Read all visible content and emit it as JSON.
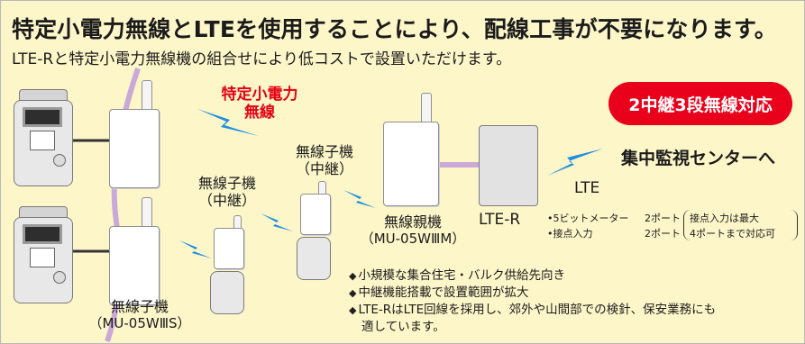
{
  "header": {
    "title": "特定小電力無線とLTEを使用することにより、配線工事が不要になります。",
    "subtitle": "LTE-Rと特定小電力無線機の組合せにより低コストで設置いただけます。"
  },
  "radio_label": {
    "line1": "特定小電力",
    "line2": "無線"
  },
  "badge": {
    "text": "2中継3段無線対応"
  },
  "devices": {
    "slave_relay_1": {
      "line1": "無線子機",
      "line2": "（中継）"
    },
    "slave_relay_2": {
      "line1": "無線子機",
      "line2": "（中継）"
    },
    "master": {
      "line1": "無線親機",
      "model": "（MU-05WⅢM）"
    },
    "slave": {
      "line1": "無線子機",
      "model": "（MU-05WⅢS）"
    },
    "lte_r": {
      "label": "LTE-R"
    }
  },
  "destination": {
    "label": "集中監視センターへ",
    "link": "LTE"
  },
  "spec": {
    "row1_item": "•5ビットメーター",
    "row1_ports": "2ポート",
    "row2_item": "•接点入力",
    "row2_ports": "2ポート",
    "note1": "接点入力は最大",
    "note2": "4ポートまで対応可"
  },
  "features": [
    "小規模な集合住宅・バルク供給先向き",
    "中継機能搭載で設置範囲が拡大",
    "LTE-RはLTE回線を採用し、郊外や山間部での検針、保安業務にも",
    "適しています。"
  ],
  "colors": {
    "background": "#fdf6c9",
    "accent_red": "#e9001b",
    "wireless_blue": "#1e8fe0",
    "cable_purple": "#c8a9d8"
  },
  "icons": {
    "wireless": "lightning-bolt-icon",
    "bullet": "diamond-bullet-icon"
  }
}
